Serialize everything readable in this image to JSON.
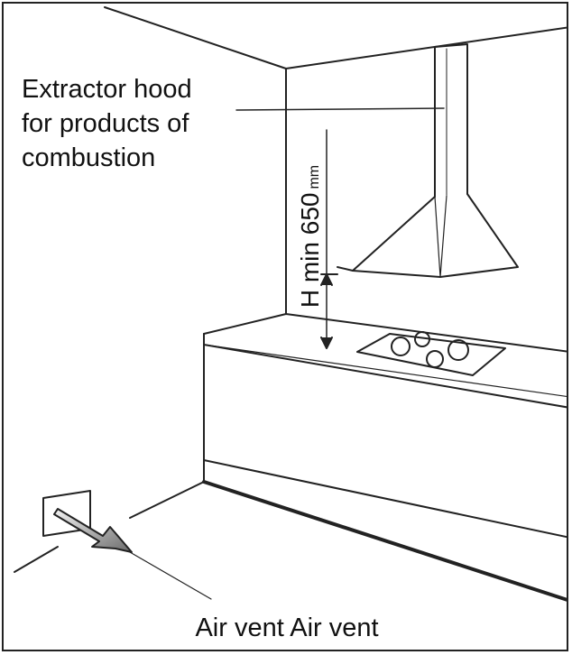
{
  "labels": {
    "hood": "Extractor hood\nfor products of\ncombustion",
    "height_main": "H min 650",
    "height_unit": "mm",
    "air_vent": "Air vent Air vent"
  },
  "colors": {
    "line": "#222222",
    "frame": "#222222"
  }
}
